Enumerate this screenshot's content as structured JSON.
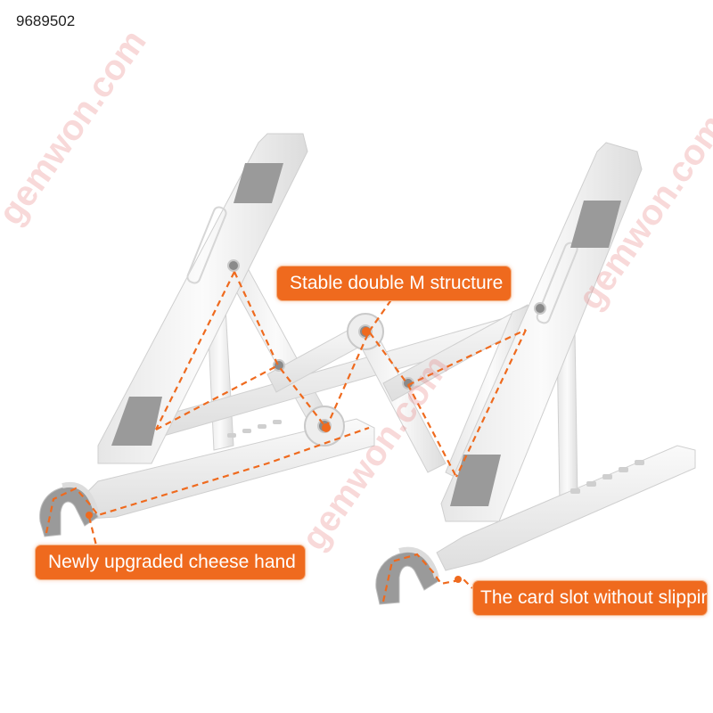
{
  "product_id": "9689502",
  "callouts": {
    "structure": "Stable double M structure",
    "hand": "Newly upgraded cheese hand",
    "slot": "The card slot without slipping"
  },
  "watermark": "gemwon.com",
  "colors": {
    "accent": "#ef6a1e",
    "stand_body": "#f4f4f4",
    "pad": "#9a9a9a",
    "background": "#ffffff"
  }
}
